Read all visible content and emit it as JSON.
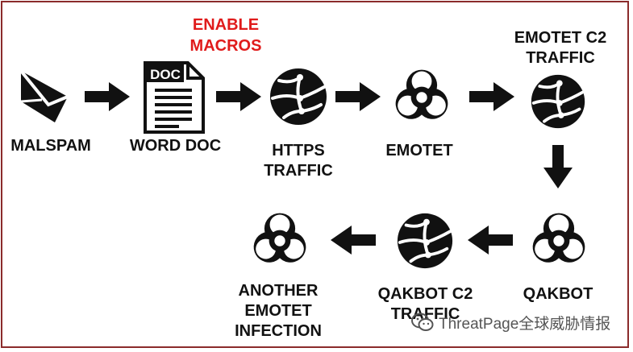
{
  "labels": {
    "malspam": "MALSPAM",
    "word_doc": "WORD DOC",
    "doc_icon_text": "DOC",
    "enable_macros_1": "ENABLE",
    "enable_macros_2": "MACROS",
    "https_1": "HTTPS",
    "https_2": "TRAFFIC",
    "emotet": "EMOTET",
    "emotet_c2_1": "EMOTET C2",
    "emotet_c2_2": "TRAFFIC",
    "qakbot": "QAKBOT",
    "qakbot_c2_1": "QAKBOT C2",
    "qakbot_c2_2": "TRAFFIC",
    "another_1": "ANOTHER",
    "another_2": "EMOTET",
    "another_3": "INFECTION"
  },
  "watermark": "ThreatPage全球威胁情报",
  "colors": {
    "border": "#8b2b2b",
    "highlight": "#e01b1b",
    "icon": "#111111"
  }
}
